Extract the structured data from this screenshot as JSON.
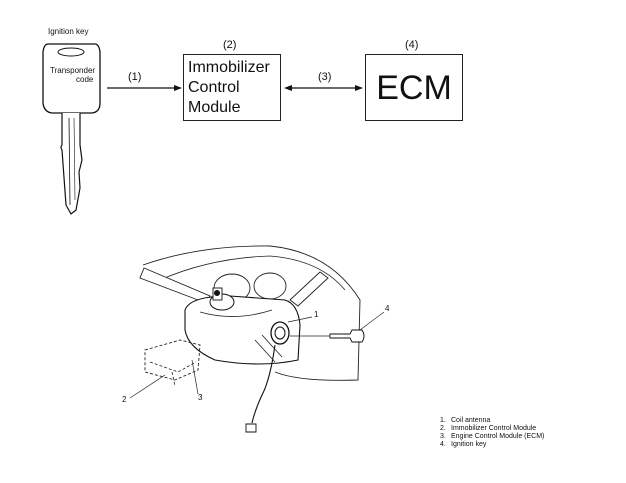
{
  "top": {
    "ignition_key_label": "Ignition key",
    "transponder_line1": "Transponder",
    "transponder_line2": "code",
    "box_imm_num": "(2)",
    "box_imm_text": "Immobilizer\nControl\nModule",
    "box_ecm_num": "(4)",
    "box_ecm_text": "ECM",
    "arrow1_label": "(1)",
    "arrow3_label": "(3)"
  },
  "callouts": {
    "c1": "1",
    "c2": "2",
    "c3": "3",
    "c4": "4"
  },
  "legend": [
    {
      "num": "1.",
      "text": "Coil antenna"
    },
    {
      "num": "2.",
      "text": "Immobilizer Control Module"
    },
    {
      "num": "3.",
      "text": "Engine Control Module (ECM)"
    },
    {
      "num": "4.",
      "text": "Ignition key"
    }
  ]
}
